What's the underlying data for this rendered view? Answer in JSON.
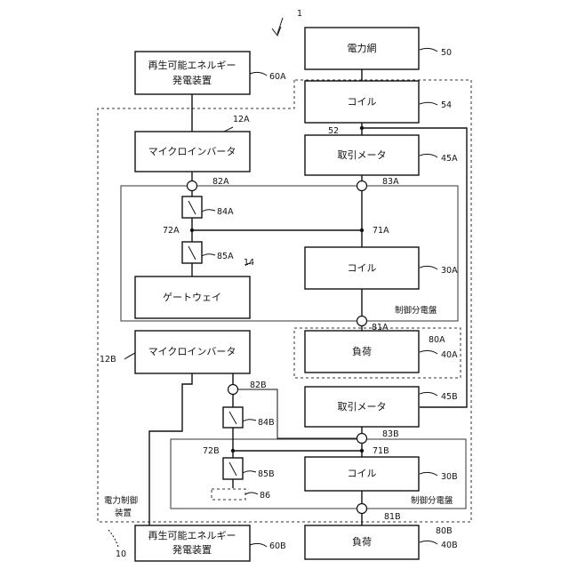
{
  "figure_number": "1",
  "blocks": {
    "power_grid": "電力網",
    "coil_54": "コイル",
    "meter_45a": "取引メータ",
    "coil_30a": "コイル",
    "load_40a": "負荷",
    "meter_45b": "取引メータ",
    "coil_30b": "コイル",
    "load_40b": "負荷",
    "renewable_60a_line1": "再生可能エネルギー",
    "renewable_60a_line2": "発電装置",
    "microinverter_12a": "マイクロインバータ",
    "gateway_14": "ゲートウェイ",
    "microinverter_12b": "マイクロインバータ",
    "renewable_60b_line1": "再生可能エネルギー",
    "renewable_60b_line2": "発電装置"
  },
  "region_labels": {
    "panel_a": "制御分電盤",
    "panel_b": "制御分電盤",
    "controller_line1": "電力制御",
    "controller_line2": "装置"
  },
  "refs": {
    "r1": "1",
    "r50": "50",
    "r54": "54",
    "r52": "52",
    "r45a": "45A",
    "r30a": "30A",
    "r40a": "40A",
    "r45b": "45B",
    "r30b": "30B",
    "r40b": "40B",
    "r60a": "60A",
    "r12a": "12A",
    "r82a": "82A",
    "r83a": "83A",
    "r84a": "84A",
    "r72a": "72A",
    "r71a": "71A",
    "r85a": "85A",
    "r14": "14",
    "r81a": "81A",
    "r80a": "80A",
    "r12b": "12B",
    "r82b": "82B",
    "r84b": "84B",
    "r83b": "83B",
    "r72b": "72B",
    "r71b": "71B",
    "r85b": "85B",
    "r86": "86",
    "r81b": "81B",
    "r80b": "80B",
    "r10": "10",
    "r60b": "60B"
  }
}
